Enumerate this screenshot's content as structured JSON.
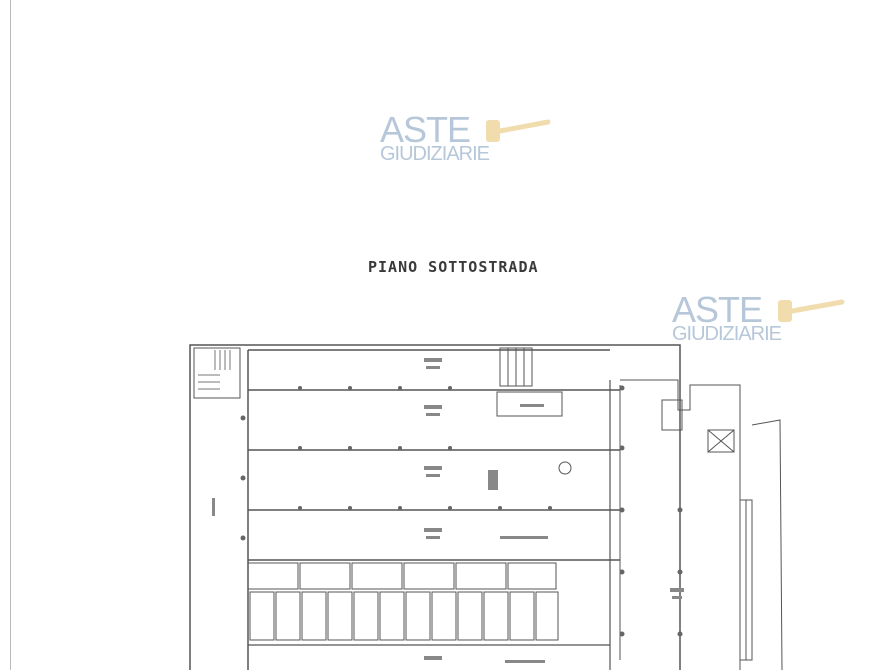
{
  "watermark": {
    "line1": "ASTE",
    "line2": "GIUDIZIARIE"
  },
  "plan": {
    "title": "PIANO SOTTOSTRADA"
  },
  "colors": {
    "watermark": "#b7c7da",
    "gavel": "#f1dcae",
    "lines": "#555555"
  }
}
